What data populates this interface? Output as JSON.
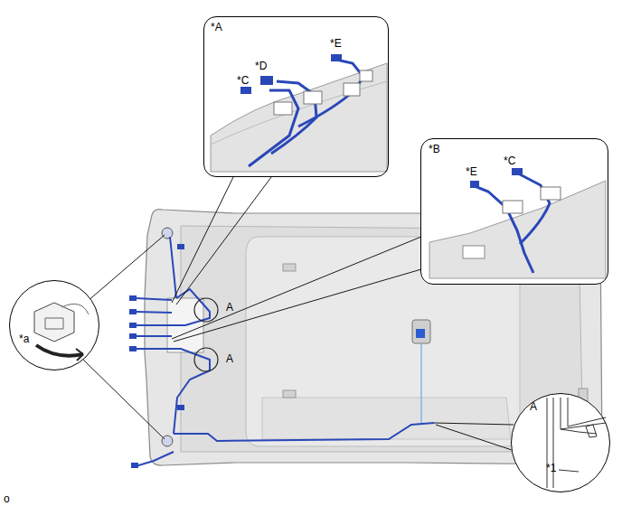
{
  "diagram": {
    "nodes": [
      {
        "text": [
          "*A",
          "*E",
          "*D",
          "*C"
        ]
      },
      {
        "text": [
          "*B",
          "*E",
          "*C"
        ]
      },
      {
        "text": [
          "*a"
        ]
      },
      {
        "text": [
          "A",
          "*1"
        ]
      }
    ],
    "labels": [
      "A",
      "A",
      "o"
    ]
  }
}
